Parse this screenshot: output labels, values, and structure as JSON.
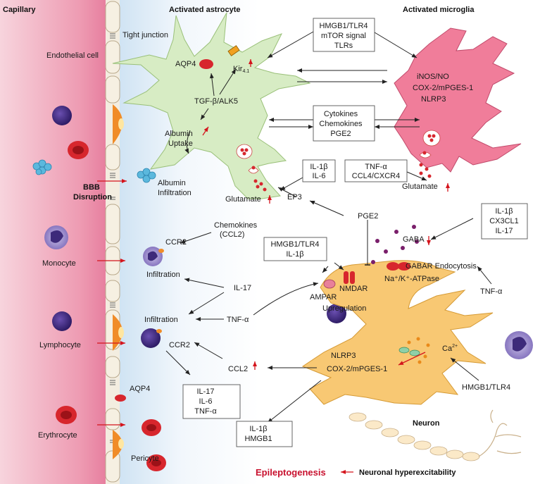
{
  "regions": {
    "capillary": "Capillary",
    "astrocyte": "Activated astrocyte",
    "microglia": "Activated microglia",
    "neuron": "Neuron"
  },
  "vessel": {
    "tight_junction": "Tight junction",
    "endothelial": "Endothelial cell",
    "bbb_line1": "BBB",
    "bbb_line2": "Disruption",
    "monocyte": "Monocyte",
    "lymphocyte": "Lymphocyte",
    "erythrocyte": "Erythrocyte",
    "pericyte": "Pericyte",
    "aqp4": "AQP4"
  },
  "astrocyte": {
    "aqp4": "AQP4",
    "kir": "Kir",
    "kir_sub": "4.1",
    "tgf": "TGF-β/ALK5",
    "albumin_uptake_1": "Albumin",
    "albumin_uptake_2": "Uptake",
    "albumin_inf_1": "Albumin",
    "albumin_inf_2": "Infiltration",
    "glutamate": "Glutamate"
  },
  "boxes": {
    "hmgb1_tlr4": [
      "HMGB1/TLR4",
      "mTOR signal",
      "TLRs"
    ],
    "cytokines": [
      "Cytokines",
      "Chemokines",
      "PGE2"
    ],
    "il1b_il6": [
      "IL-1β",
      "IL-6"
    ],
    "tnf_ccl4": [
      "TNF-α",
      "CCL4/CXCR4"
    ],
    "il1b_cx3cl1": [
      "IL-1β",
      "CX3CL1",
      "IL-17"
    ],
    "hmgb1_il1b": [
      "HMGB1/TLR4",
      "IL-1β"
    ],
    "il17_il6_tnf": [
      "IL-17",
      "IL-6",
      "TNF-α"
    ],
    "il1b_hmgb1": [
      "IL-1β",
      "HMGB1"
    ]
  },
  "microglia": {
    "inos": "iNOS/NO",
    "cox2": "COX-2/mPGES-1",
    "nlrp3": "NLRP3",
    "glutamate": "Glutamate"
  },
  "labels": {
    "ep3": "EP3",
    "pge2": "PGE2",
    "chemokines": "Chemokines",
    "ccl2_paren": "(CCL2)",
    "ccr2": "CCR2",
    "infiltration": "Infiltration",
    "il17": "IL-17",
    "tnfa": "TNF-α",
    "ccl2": "CCL2",
    "gaba": "GABA",
    "gabar": "GABAR Endocytosis",
    "tnfa2": "TNF-α",
    "nmdar": "NMDAR",
    "nak": "Na⁺/K⁺-ATPase",
    "ampar": "AMPAR",
    "upregulation": "Upregulation",
    "nlrp3": "NLRP3",
    "cox2": "COX-2/mPGES-1",
    "ca": "Ca",
    "ca_sup": "2+",
    "hmgb1_tlr4": "HMGB1/TLR4",
    "epileptogenesis": "Epileptogenesis",
    "hyperexcitability": "Neuronal hyperexcitability"
  },
  "colors": {
    "vessel_pink": "#e8819f",
    "astrocyte": "#d7ecc4",
    "microglia": "#f07d9a",
    "neuron": "#f8c873",
    "arrow_red": "#d4141c",
    "monocyte": "#5c3d9c",
    "erythrocyte": "#d7262d"
  }
}
